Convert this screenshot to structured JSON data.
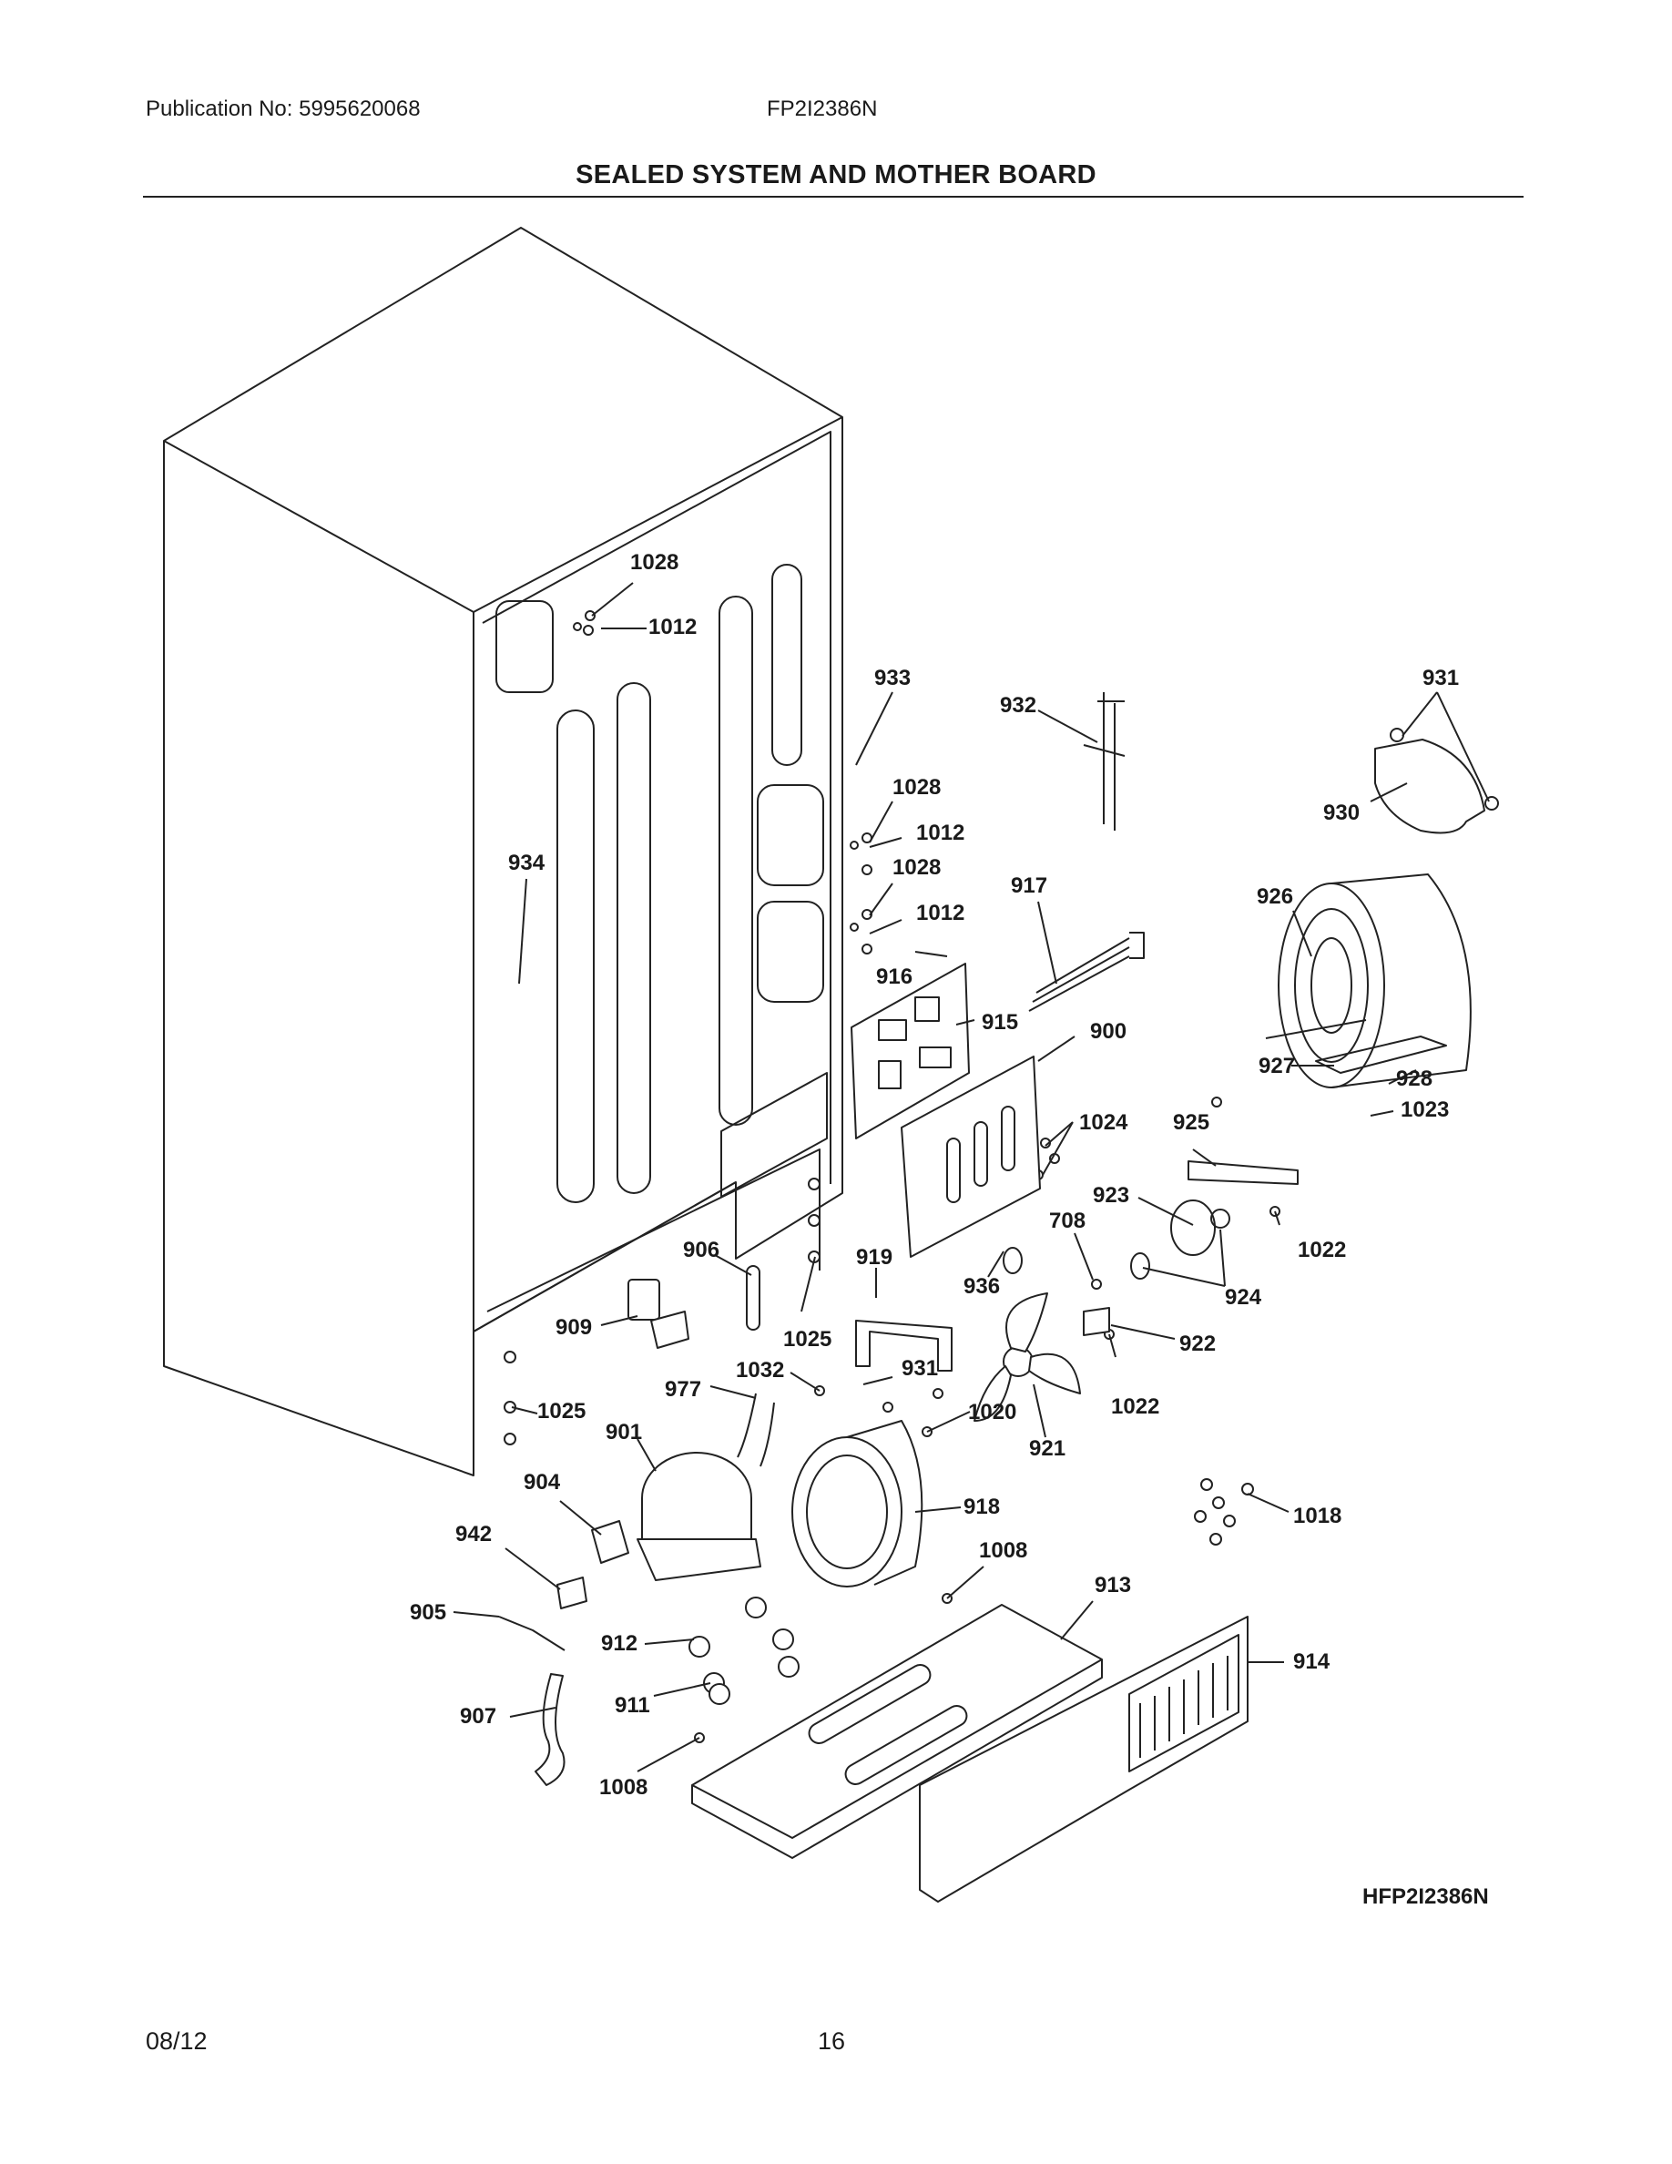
{
  "header": {
    "publication": "Publication No: 5995620068",
    "model": "FP2I2386N",
    "title": "SEALED SYSTEM AND MOTHER BOARD"
  },
  "diagram": {
    "code": "HFP2I2386N",
    "callouts": [
      {
        "id": "c1028a",
        "label": "1028"
      },
      {
        "id": "c1012a",
        "label": "1012"
      },
      {
        "id": "c933",
        "label": "933"
      },
      {
        "id": "c932",
        "label": "932"
      },
      {
        "id": "c931a",
        "label": "931"
      },
      {
        "id": "c930",
        "label": "930"
      },
      {
        "id": "c1028b",
        "label": "1028"
      },
      {
        "id": "c1012b",
        "label": "1012"
      },
      {
        "id": "c1028c",
        "label": "1028"
      },
      {
        "id": "c1012c",
        "label": "1012"
      },
      {
        "id": "c934",
        "label": "934"
      },
      {
        "id": "c917",
        "label": "917"
      },
      {
        "id": "c926",
        "label": "926"
      },
      {
        "id": "c916",
        "label": "916"
      },
      {
        "id": "c915",
        "label": "915"
      },
      {
        "id": "c900",
        "label": "900"
      },
      {
        "id": "c927",
        "label": "927"
      },
      {
        "id": "c928",
        "label": "928"
      },
      {
        "id": "c1023",
        "label": "1023"
      },
      {
        "id": "c1024",
        "label": "1024"
      },
      {
        "id": "c925",
        "label": "925"
      },
      {
        "id": "c923",
        "label": "923"
      },
      {
        "id": "c708",
        "label": "708"
      },
      {
        "id": "c1022a",
        "label": "1022"
      },
      {
        "id": "c906",
        "label": "906"
      },
      {
        "id": "c919",
        "label": "919"
      },
      {
        "id": "c936",
        "label": "936"
      },
      {
        "id": "c924",
        "label": "924"
      },
      {
        "id": "c909",
        "label": "909"
      },
      {
        "id": "c1025a",
        "label": "1025"
      },
      {
        "id": "c922",
        "label": "922"
      },
      {
        "id": "c1032",
        "label": "1032"
      },
      {
        "id": "c931b",
        "label": "931"
      },
      {
        "id": "c977",
        "label": "977"
      },
      {
        "id": "c1022b",
        "label": "1022"
      },
      {
        "id": "c1025b",
        "label": "1025"
      },
      {
        "id": "c1020",
        "label": "1020"
      },
      {
        "id": "c901",
        "label": "901"
      },
      {
        "id": "c921",
        "label": "921"
      },
      {
        "id": "c904",
        "label": "904"
      },
      {
        "id": "c918",
        "label": "918"
      },
      {
        "id": "c1018",
        "label": "1018"
      },
      {
        "id": "c942",
        "label": "942"
      },
      {
        "id": "c1008a",
        "label": "1008"
      },
      {
        "id": "c913",
        "label": "913"
      },
      {
        "id": "c905",
        "label": "905"
      },
      {
        "id": "c912",
        "label": "912"
      },
      {
        "id": "c914",
        "label": "914"
      },
      {
        "id": "c911",
        "label": "911"
      },
      {
        "id": "c907",
        "label": "907"
      },
      {
        "id": "c1008b",
        "label": "1008"
      }
    ]
  },
  "footer": {
    "date": "08/12",
    "page": "16"
  }
}
